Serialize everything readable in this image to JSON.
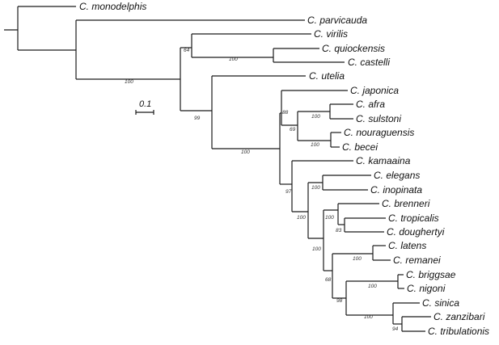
{
  "title": "",
  "scale_bar": {
    "label": "0.1"
  },
  "taxa": [
    {
      "id": "t1",
      "label": "C. monodelphis"
    },
    {
      "id": "t2",
      "label": "C. parvicauda"
    },
    {
      "id": "t3",
      "label": "C. virilis"
    },
    {
      "id": "t4",
      "label": "C. quiockensis"
    },
    {
      "id": "t5",
      "label": "C. castelli"
    },
    {
      "id": "t6",
      "label": "C. utelia"
    },
    {
      "id": "t7",
      "label": "C. japonica"
    },
    {
      "id": "t8",
      "label": "C. afra"
    },
    {
      "id": "t9",
      "label": "C. sulstoni"
    },
    {
      "id": "t10",
      "label": "C. nouraguensis"
    },
    {
      "id": "t11",
      "label": "C. becei"
    },
    {
      "id": "t12",
      "label": "C. kamaaina"
    },
    {
      "id": "t13",
      "label": "C. elegans"
    },
    {
      "id": "t14",
      "label": "C. inopinata"
    },
    {
      "id": "t15",
      "label": "C. brenneri"
    },
    {
      "id": "t16",
      "label": "C. tropicalis"
    },
    {
      "id": "t17",
      "label": "C. doughertyi"
    },
    {
      "id": "t18",
      "label": "C. latens"
    },
    {
      "id": "t19",
      "label": "C. remanei"
    },
    {
      "id": "t20",
      "label": "C. briggsae"
    },
    {
      "id": "t21",
      "label": "C. nigoni"
    },
    {
      "id": "t22",
      "label": "C. sinica"
    },
    {
      "id": "t23",
      "label": "C. zanzibari"
    },
    {
      "id": "t24",
      "label": "C. tribulationis"
    }
  ],
  "supports": [
    {
      "id": "s1",
      "label": "64"
    },
    {
      "id": "s2",
      "label": "100"
    },
    {
      "id": "s3",
      "label": "100"
    },
    {
      "id": "s4",
      "label": "99"
    },
    {
      "id": "s5",
      "label": "100"
    },
    {
      "id": "s6",
      "label": "88"
    },
    {
      "id": "s7",
      "label": "100"
    },
    {
      "id": "s8",
      "label": "69"
    },
    {
      "id": "s9",
      "label": "100"
    },
    {
      "id": "s10",
      "label": "97"
    },
    {
      "id": "s11",
      "label": "100"
    },
    {
      "id": "s12",
      "label": "100"
    },
    {
      "id": "s13",
      "label": "100"
    },
    {
      "id": "s14",
      "label": "83"
    },
    {
      "id": "s15",
      "label": "100"
    },
    {
      "id": "s16",
      "label": "100"
    },
    {
      "id": "s17",
      "label": "68"
    },
    {
      "id": "s18",
      "label": "100"
    },
    {
      "id": "s19",
      "label": "98"
    },
    {
      "id": "s20",
      "label": "100"
    },
    {
      "id": "s21",
      "label": "94"
    }
  ]
}
